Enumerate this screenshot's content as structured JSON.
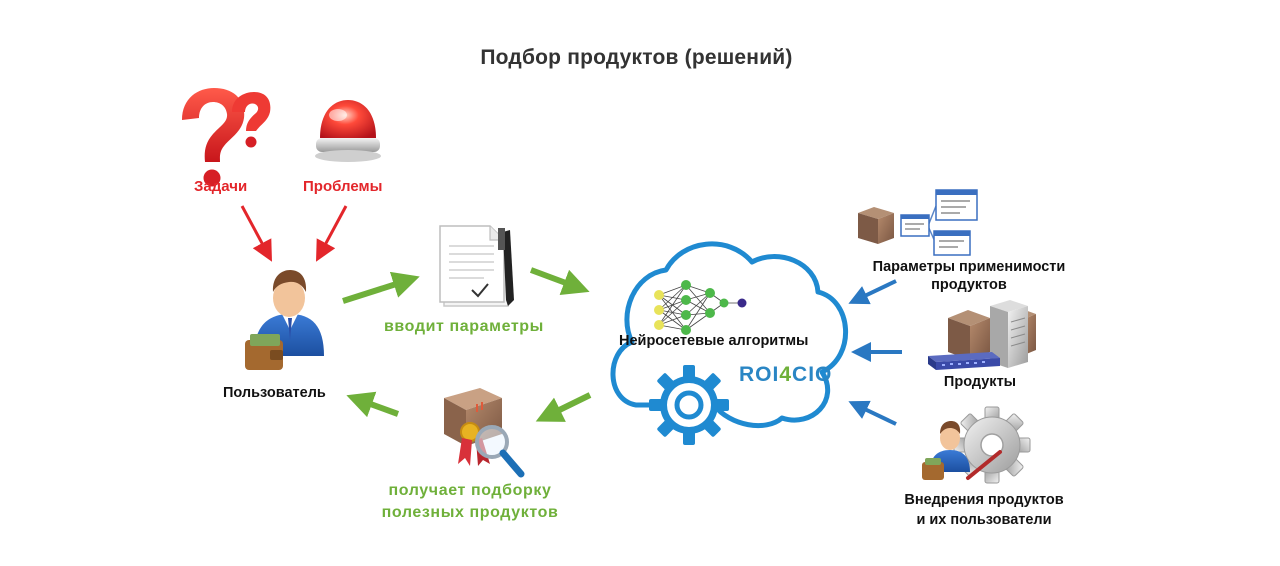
{
  "title": "Подбор продуктов (решений)",
  "nodes": {
    "tasks": "Задачи",
    "problems": "Проблемы",
    "user": "Пользователь",
    "enters_params": "вводит параметры",
    "receives_line1": "получает подборку",
    "receives_line2": "полезных продуктов",
    "algorithms": "Нейросетевые алгоритмы",
    "params_line1": "Параметры применимости",
    "params_line2": "продуктов",
    "products": "Продукты",
    "impl_line1": "Внедрения продуктов",
    "impl_line2": "и их пользователи"
  },
  "brand": {
    "left": "ROI",
    "accent": "4",
    "right": "CIO"
  },
  "colors": {
    "red": "#e3262b",
    "green": "#6fb03a",
    "blue": "#2a86c4",
    "dark": "#111111"
  },
  "icons": [
    "question-icon",
    "siren-icon",
    "user-icon",
    "wallet-icon",
    "document-pen-icon",
    "package-award-icon",
    "magnifier-icon",
    "cloud-icon",
    "neural-network-icon",
    "gear-icon",
    "box-icon",
    "form-windows-icon",
    "server-icon",
    "switch-icon",
    "gears-user-icon"
  ]
}
